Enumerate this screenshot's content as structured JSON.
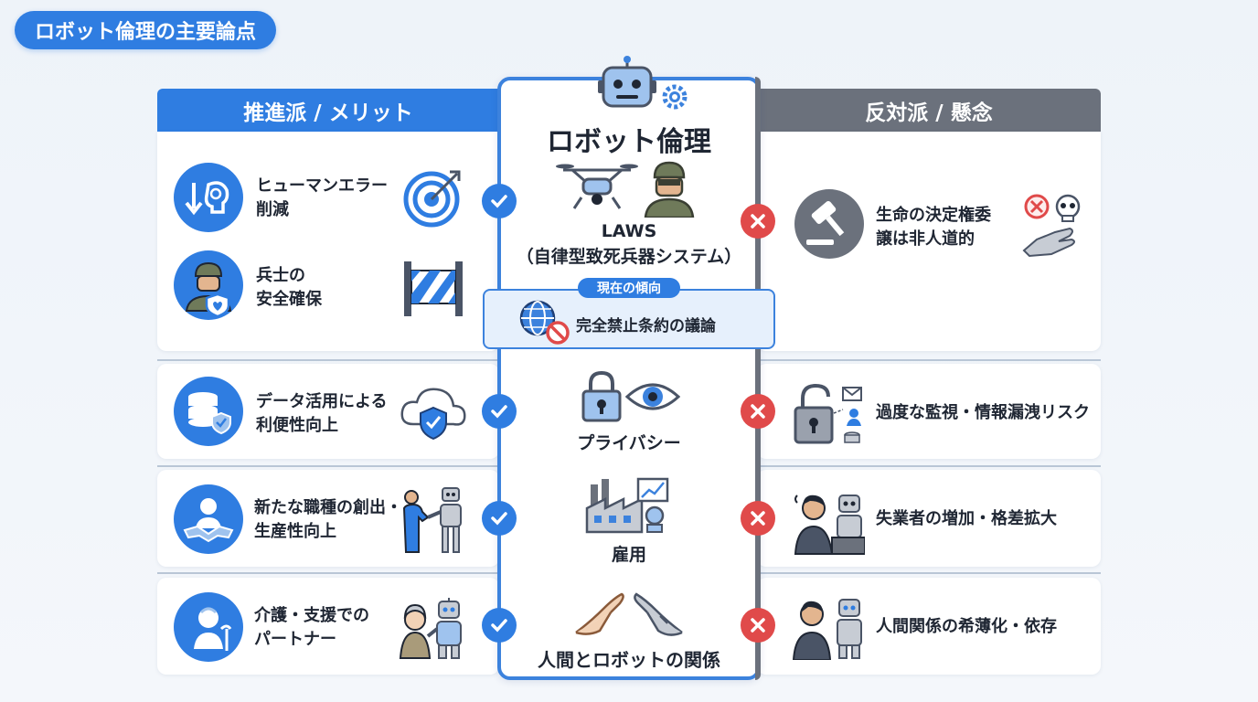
{
  "badge": "ロボット倫理の主要論点",
  "left_header": "推進派 / メリット",
  "right_header": "反対派 / 懸念",
  "center": {
    "title": "ロボット倫理",
    "laws_label": "LAWS",
    "laws_sub": "（自律型致死兵器システム）",
    "trend_tag": "現在の傾向",
    "trend_text": "完全禁止条約の議論",
    "privacy": "プライバシー",
    "employment": "雇用",
    "relationship": "人間とロボットの関係"
  },
  "left": {
    "human_error": [
      "ヒューマンエラー",
      "削減"
    ],
    "soldier": [
      "兵士の",
      "安全確保"
    ],
    "data": [
      "データ活用による",
      "利便性向上"
    ],
    "jobs": [
      "新たな職種の創出・",
      "生産性向上"
    ],
    "care": [
      "介護・支援での",
      "パートナー"
    ]
  },
  "right": {
    "life": [
      "生命の決定権委",
      "譲は非人道的"
    ],
    "surveillance": "過度な監視・情報漏洩リスク",
    "unemployment": "失業者の増加・格差拡大",
    "relationship": "人間関係の希薄化・依存"
  },
  "colors": {
    "blue": "#2f7de1",
    "gray": "#6b717c",
    "red": "#e04a4a"
  }
}
